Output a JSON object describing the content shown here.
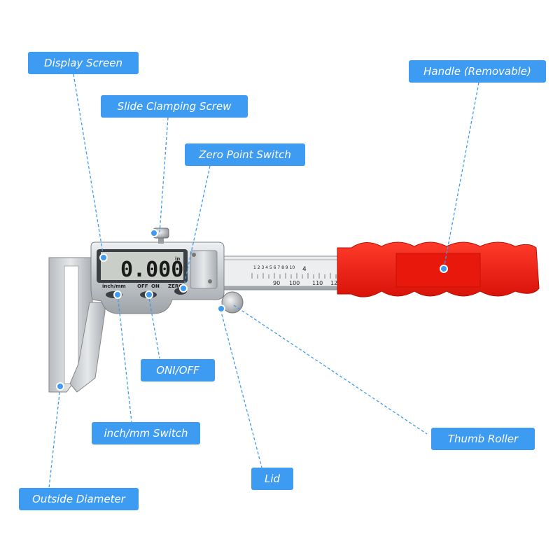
{
  "labels": {
    "display_screen": "Display Screen",
    "slide_clamping_screw": "Slide Clamping Screw",
    "zero_point_switch": "Zero Point Switch",
    "handle": "Handle (Removable)",
    "on_off": "ONI/OFF",
    "inch_mm_switch": "inch/mm Switch",
    "outside_diameter": "Outside Diameter",
    "lid": "Lid",
    "thumb_roller": "Thumb Roller"
  },
  "device": {
    "reading": "0.000",
    "unit": "in",
    "btn_inch_mm": "inch/mm",
    "btn_off": "OFF",
    "btn_on": "ON",
    "btn_zero": "ZERO",
    "scale_small": "1 2 3 4 5 6 7 8 9 10",
    "scale_mark": "4",
    "tick_90": "90",
    "tick_100": "100",
    "tick_110": "110",
    "tick_12": "12"
  },
  "colors": {
    "label_bg": "#3d9bf2",
    "handle": "#f01e14",
    "steel": "#c8ccd0"
  }
}
